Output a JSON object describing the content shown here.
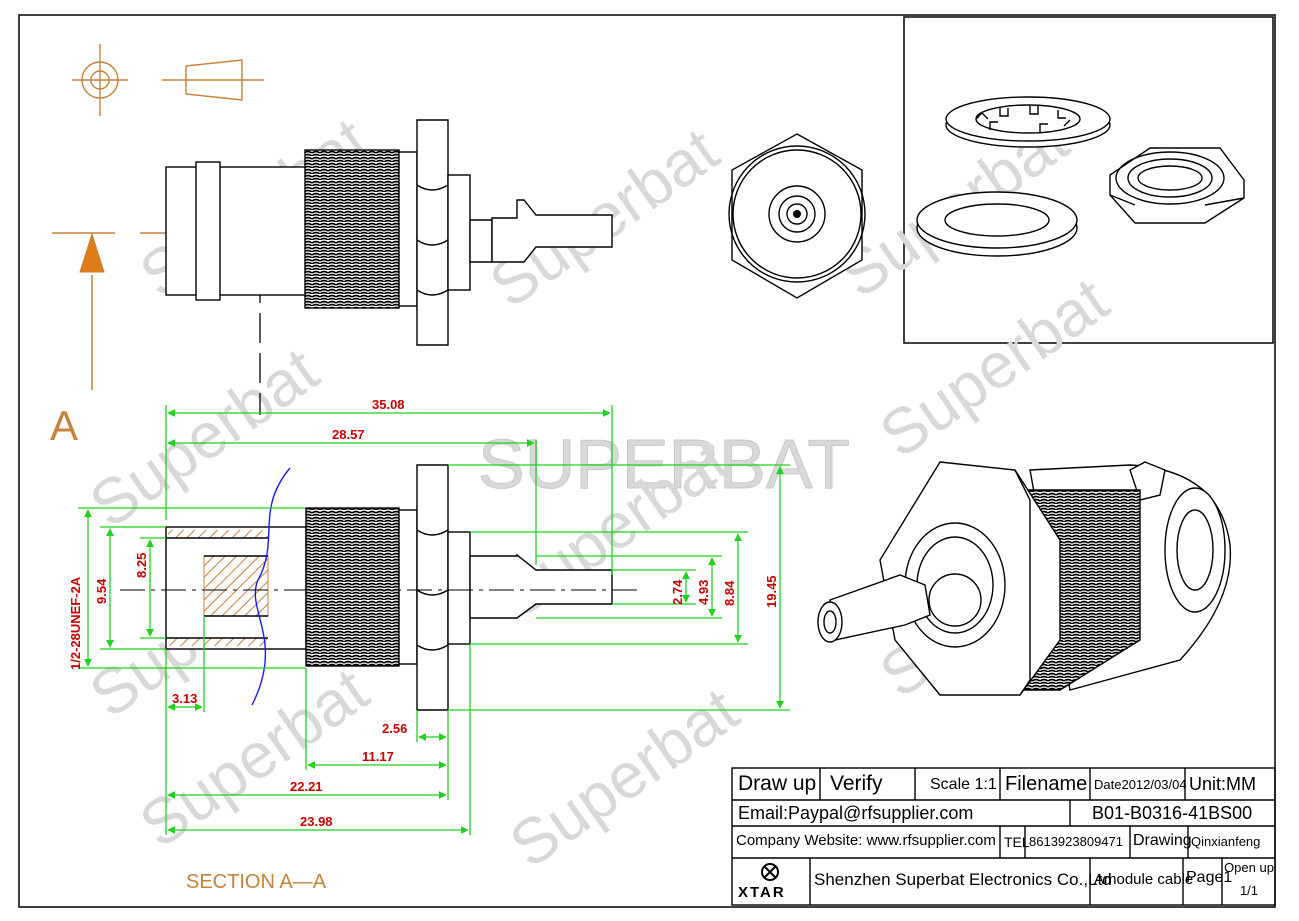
{
  "watermarks": {
    "brand": "SUPERBAT",
    "text": "Superbat"
  },
  "section_marker": "A",
  "section_label": "SECTION  A—A",
  "dimensions": {
    "overall_length": "35.08",
    "length_to_flange": "28.57",
    "thread_spec": "1/2-28UNEF-2A",
    "d_9_54": "9.54",
    "d_8_25": "8.25",
    "d_3_13": "3.13",
    "d_2_74": "2.74",
    "d_4_93": "4.93",
    "d_8_84": "8.84",
    "d_19_45": "19.45",
    "d_2_56": "2.56",
    "d_11_17": "11.17",
    "d_22_21": "22.21",
    "d_23_98": "23.98"
  },
  "title_block": {
    "draw_up": "Draw up",
    "verify": "Verify",
    "scale": "Scale 1:1",
    "filename_label": "Filename",
    "date": "Date2012/03/04",
    "unit": "Unit:MM",
    "email": "Email:Paypal@rfsupplier.com",
    "filename": "B01-B0316-41BS00",
    "website": "Company Website:  www.rfsupplier.com",
    "tel_label": "TEL",
    "tel": "8613923809471",
    "drawing_label": "Drawing",
    "drawer": "Qinxianfeng",
    "logo_text": "XTAR",
    "company": "Shenzhen Superbat Electronics Co.,Ltd",
    "product": "Amodule cable",
    "page": "Page1",
    "open_up": "Open up",
    "open_up_count": "1/1"
  }
}
